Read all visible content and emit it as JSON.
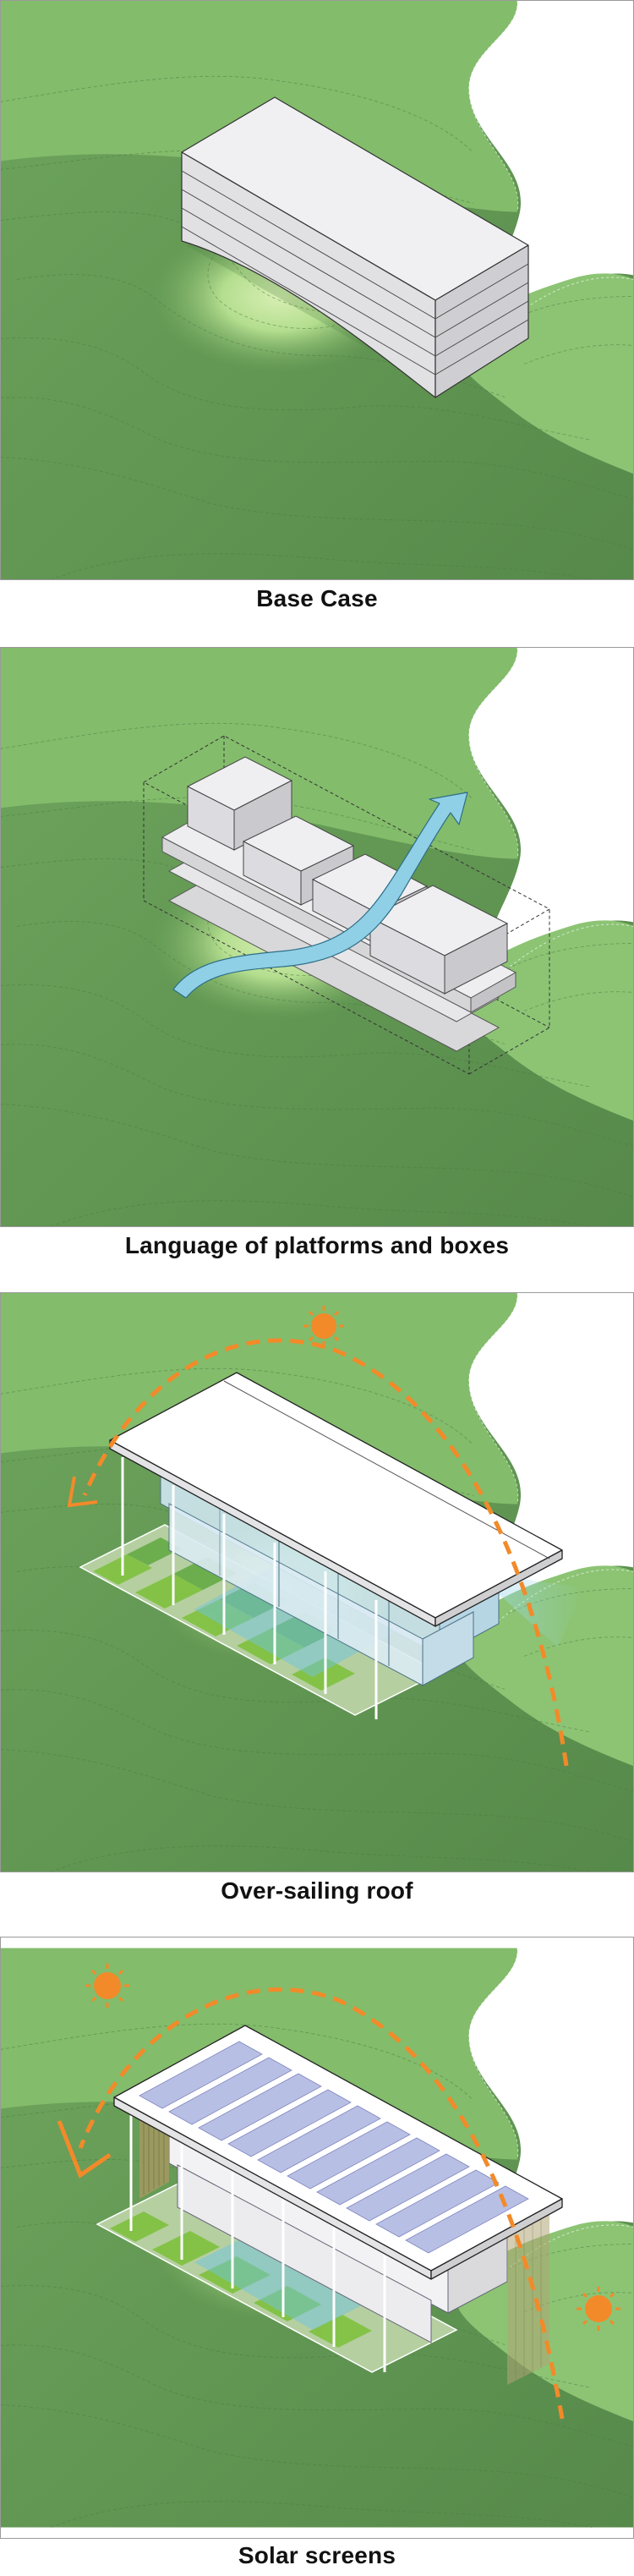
{
  "panels": [
    {
      "caption": "Base Case"
    },
    {
      "caption": "Language of platforms and boxes"
    },
    {
      "caption": "Over-sailing roof"
    },
    {
      "caption": "Solar screens"
    }
  ],
  "colors": {
    "terrain_dark": "#5f9150",
    "terrain_mid": "#6ea45c",
    "terrain_light": "#9fd184",
    "terrain_glow": "#cbe7a8",
    "building": "#e6e6e8",
    "wind_arrow": "#7cc6de",
    "sun": "#f28a2a",
    "pv_panel": "#b8bfe4",
    "ground_stripes": "#7ec13e"
  },
  "icons": [
    "sun-icon",
    "sun-path-arrow-icon",
    "wind-arrow-icon"
  ]
}
